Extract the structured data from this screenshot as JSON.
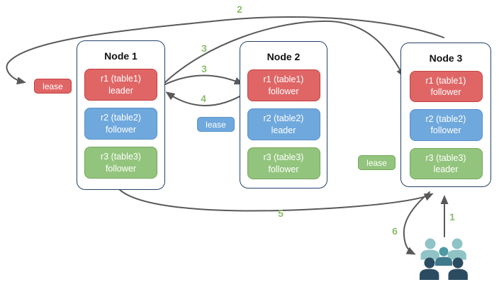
{
  "colors": {
    "replica_red": "#e06666",
    "replica_blue": "#6fa8dc",
    "replica_green": "#93c47d",
    "node_border": "#24416b",
    "arrow": "#595959",
    "number_label": "#8cbd6e",
    "users_back": "#90c3c5",
    "users_middle": "#4f99a4",
    "users_front": "#2b4c60"
  },
  "nodes": [
    {
      "title": "Node 1",
      "replicas": [
        {
          "label": "r1 (table1)",
          "role": "leader",
          "color": "red"
        },
        {
          "label": "r2 (table2)",
          "role": "follower",
          "color": "blue"
        },
        {
          "label": "r3 (table3)",
          "role": "follower",
          "color": "green"
        }
      ]
    },
    {
      "title": "Node 2",
      "replicas": [
        {
          "label": "r1 (table1)",
          "role": "follower",
          "color": "red"
        },
        {
          "label": "r2 (table2)",
          "role": "leader",
          "color": "blue"
        },
        {
          "label": "r3 (table3)",
          "role": "follower",
          "color": "green"
        }
      ]
    },
    {
      "title": "Node 3",
      "replicas": [
        {
          "label": "r1 (table1)",
          "role": "follower",
          "color": "red"
        },
        {
          "label": "r2 (table2)",
          "role": "follower",
          "color": "blue"
        },
        {
          "label": "r3 (table3)",
          "role": "leader",
          "color": "green"
        }
      ]
    }
  ],
  "leases": [
    {
      "label": "lease",
      "color": "red"
    },
    {
      "label": "lease",
      "color": "blue"
    },
    {
      "label": "lease",
      "color": "green"
    }
  ],
  "arrows": {
    "labels": [
      "1",
      "2",
      "3",
      "3",
      "4",
      "5",
      "6"
    ]
  },
  "users_icon": "users-group"
}
